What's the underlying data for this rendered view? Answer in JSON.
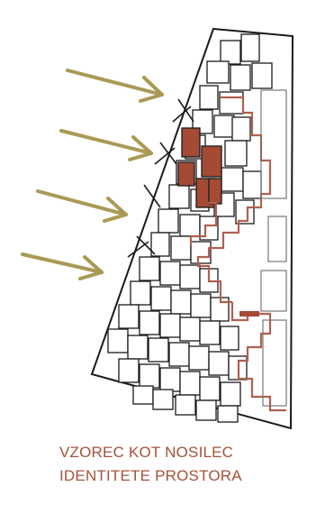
{
  "caption": {
    "line1": "VZOREC KOT NOSILEC",
    "line2": "IDENTITETE PROSTORA"
  },
  "colors": {
    "outline": "#1a1a1a",
    "arrow": "#a89a55",
    "accent_fill": "#a44a35",
    "accent_line": "#b06050",
    "caption_text": "#a5523a"
  },
  "icons": [
    "arrow-icon",
    "tiled-block-pattern"
  ]
}
